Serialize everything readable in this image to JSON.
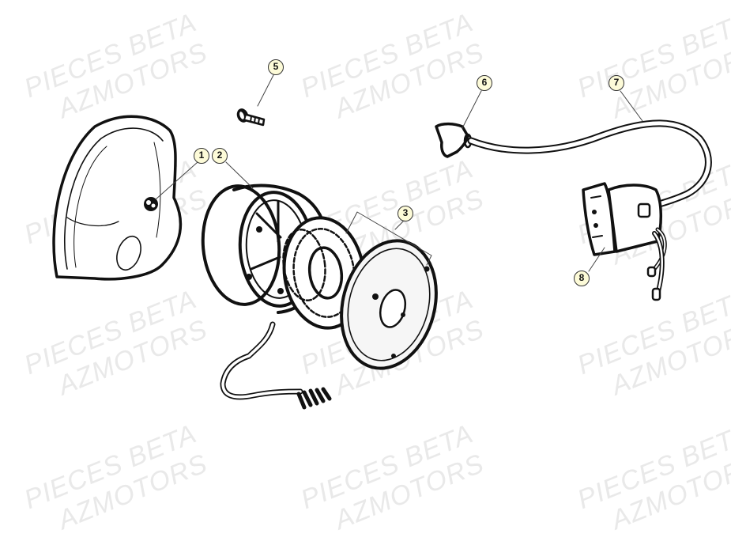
{
  "diagram": {
    "title": "Ignition / Flywheel Magneto Exploded View",
    "watermark": {
      "line1": "PIECES BETA",
      "line2": "AZMOTORS"
    },
    "colors": {
      "callout_fill": "#fdfbd8",
      "callout_border": "#333333",
      "line": "#111111",
      "watermark": "#e9e9e9"
    },
    "callouts": [
      {
        "number": "1",
        "part": "nut"
      },
      {
        "number": "2",
        "part": "flywheel-rotor"
      },
      {
        "number": "3",
        "part": "stator-plate-assembly"
      },
      {
        "number": "5",
        "part": "screw"
      },
      {
        "number": "6",
        "part": "spark-plug-cap"
      },
      {
        "number": "7",
        "part": "high-tension-lead"
      },
      {
        "number": "8",
        "part": "ignition-coil"
      }
    ]
  }
}
